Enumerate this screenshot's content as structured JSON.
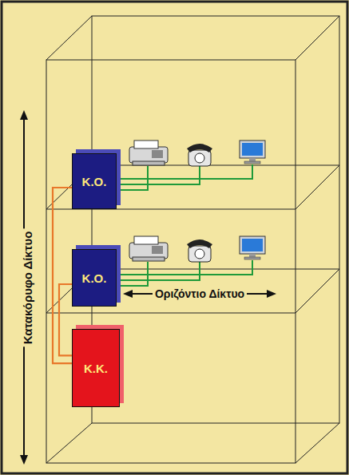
{
  "diagram": {
    "nodes": [
      {
        "text": [
          "Κ.Ο."
        ]
      },
      {
        "text": [
          "Κ.Ο."
        ]
      },
      {
        "text": [
          "Κ.Κ."
        ]
      }
    ],
    "edges": [
      {
        "from": 2,
        "to": 0,
        "arrow": "none"
      },
      {
        "from": 2,
        "to": 1,
        "arrow": "none"
      }
    ],
    "labels": [
      "Κατακόρυφο Δίκτυο",
      "Οριζόντιο Δίκτυο"
    ]
  }
}
